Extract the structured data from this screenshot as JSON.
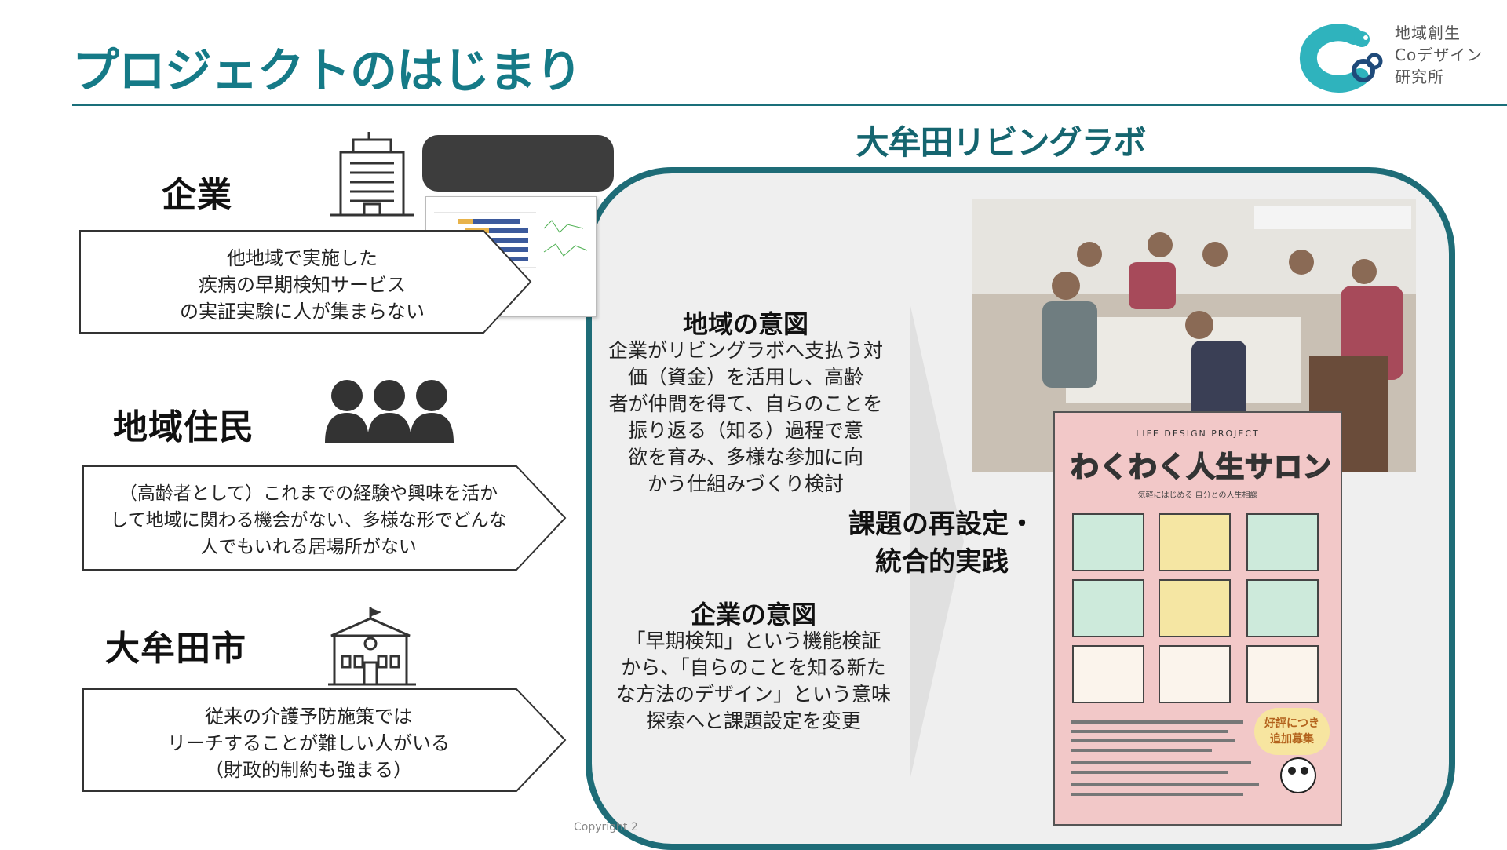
{
  "header": {
    "title": "プロジェクトのはじまり",
    "logo_text_lines": [
      "地域創生",
      "Coデザイン",
      "研究所"
    ]
  },
  "lab": {
    "title": "大牟田リビングラボ"
  },
  "actors": [
    {
      "name": "企業",
      "description": [
        "他地域で実施した",
        "疾病の早期検知サービス",
        "の実証実験に人が集まらない"
      ]
    },
    {
      "name": "地域住民",
      "description": [
        "（高齢者として）これまでの経験や興味を活か",
        "して地域に関わる機会がない、多様な形でどんな",
        "人でもいれる居場所がない"
      ]
    },
    {
      "name": "大牟田市",
      "description": [
        "従来の介護予防施策では",
        "リーチすることが難しい人がいる",
        "（財政的制約も強まる）"
      ]
    }
  ],
  "intents": [
    {
      "title": "地域の意図",
      "lines": [
        "企業がリビングラボへ支払う対",
        "価（資金）を活用し、高齢",
        "者が仲間を得て、自らのことを",
        "振り返る（知る）過程で意",
        "欲を育み、多様な参加に向",
        "かう仕組みづくり検討"
      ]
    },
    {
      "title": "企業の意図",
      "lines": [
        "「早期検知」という機能検証",
        "から、「自らのことを知る新た",
        "な方法のデザイン」という意味",
        "探索へと課題設定を変更"
      ]
    }
  ],
  "center": {
    "lines": [
      "課題の再設定・",
      "統合的実践"
    ]
  },
  "poster": {
    "header": "LIFE DESIGN PROJECT",
    "title": "わくわく人生サロン",
    "subtitle": "気軽にはじめる 自分との人生相談",
    "badge_lines": [
      "好評につき",
      "追加募集"
    ]
  },
  "footer": {
    "copyright": "Copyright 2"
  },
  "colors": {
    "accent": "#157a87",
    "frame": "#1e6c77"
  }
}
